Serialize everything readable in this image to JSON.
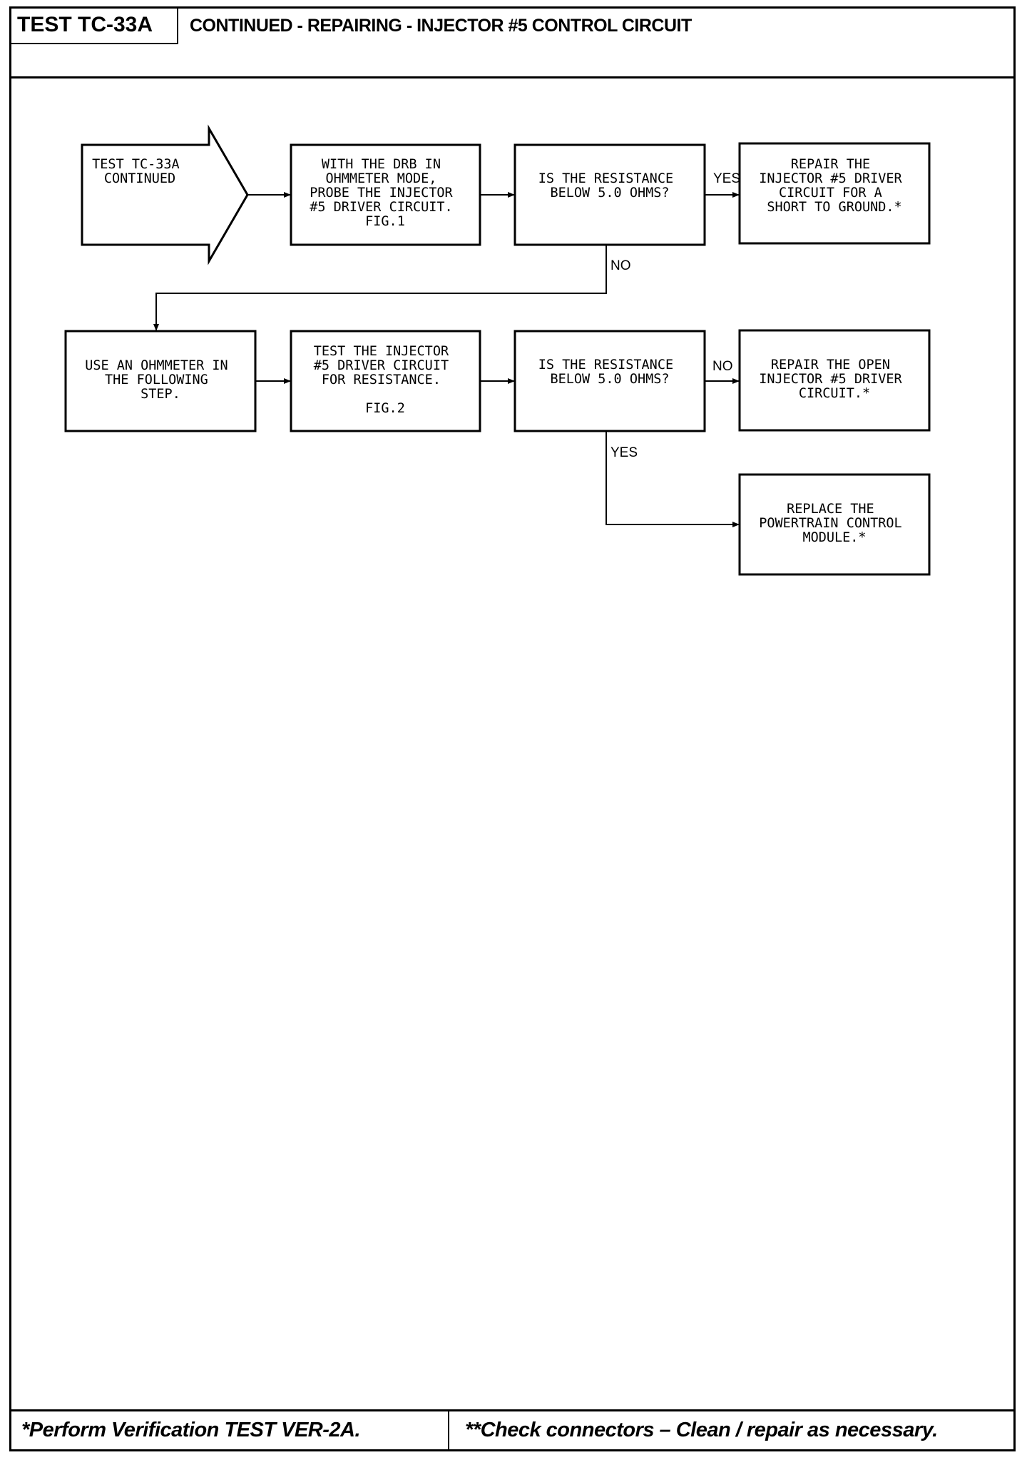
{
  "header": {
    "test_id": "TEST TC-33A",
    "title": "CONTINUED - REPAIRING - INJECTOR #5 CONTROL CIRCUIT"
  },
  "flowchart": {
    "start": [
      "TEST TC-33A",
      "CONTINUED"
    ],
    "step_probe": [
      "WITH THE DRB IN",
      "OHMMETER MODE,",
      "PROBE THE INJECTOR",
      "#5 DRIVER CIRCUIT.",
      "FIG.1"
    ],
    "decision_1": [
      "IS THE RESISTANCE",
      "BELOW 5.0 OHMS?"
    ],
    "repair_short": [
      "REPAIR THE",
      "INJECTOR #5 DRIVER",
      "CIRCUIT FOR A",
      "SHORT TO GROUND.*"
    ],
    "step_ohmmeter": [
      "USE AN OHMMETER IN",
      "THE FOLLOWING",
      "STEP."
    ],
    "step_test": [
      "TEST THE INJECTOR",
      "#5 DRIVER CIRCUIT",
      "FOR RESISTANCE."
    ],
    "step_test_fig": "FIG.2",
    "decision_2": [
      "IS THE RESISTANCE",
      "BELOW 5.0 OHMS?"
    ],
    "repair_open": [
      "REPAIR THE OPEN",
      "INJECTOR #5 DRIVER",
      "CIRCUIT.*"
    ],
    "replace_pcm": [
      "REPLACE THE",
      "POWERTRAIN CONTROL",
      "MODULE.*"
    ],
    "label_yes_1": "YES",
    "label_no_1": "NO",
    "label_no_2": "NO",
    "label_yes_2": "YES"
  },
  "footer": {
    "left": "*Perform Verification TEST VER-2A.",
    "right": "**Check connectors – Clean / repair as necessary."
  }
}
